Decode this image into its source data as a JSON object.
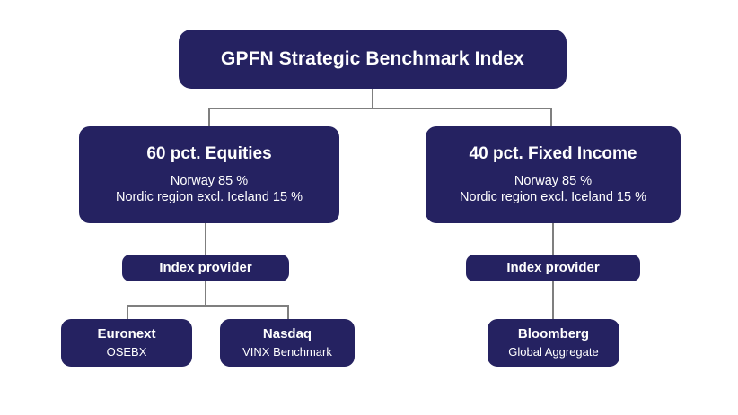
{
  "diagram": {
    "title": "GPFN Strategic Benchmark Index",
    "root": {
      "label": "GPFN Strategic Benchmark Index"
    },
    "asset_classes": [
      {
        "label": "60 pct. Equities",
        "allocation_line_1": "Norway 85 %",
        "allocation_line_2": "Nordic region excl. Iceland 15 %",
        "provider_label": "Index provider",
        "providers": [
          {
            "name": "Euronext",
            "index": "OSEBX"
          },
          {
            "name": "Nasdaq",
            "index": "VINX Benchmark"
          }
        ]
      },
      {
        "label": "40 pct. Fixed Income",
        "allocation_line_1": "Norway 85 %",
        "allocation_line_2": "Nordic region excl. Iceland 15 %",
        "provider_label": "Index provider",
        "providers": [
          {
            "name": "Bloomberg",
            "index": "Global Aggregate"
          }
        ]
      }
    ],
    "colors": {
      "node_fill": "#252261",
      "node_text": "#ffffff",
      "connector": "#7f7f7f",
      "background": "#ffffff"
    }
  }
}
